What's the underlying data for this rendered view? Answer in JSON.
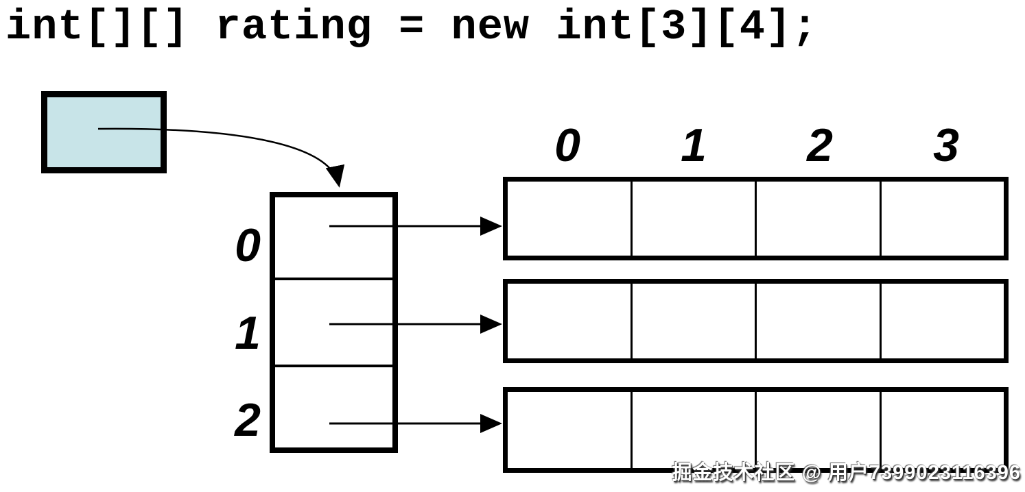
{
  "title": {
    "code": "int[][] rating = new int[3][4];"
  },
  "outer_array": {
    "description": "array of 3 row references",
    "row_labels": [
      "0",
      "1",
      "2"
    ]
  },
  "row_arrays": {
    "description": "three int rows of 4 empty cells each",
    "column_labels": [
      "0",
      "1",
      "2",
      "3"
    ],
    "row_count": 3,
    "cells_per_row": 4
  },
  "watermark": {
    "text": "掘金技术社区 @ 用户7399023116396"
  },
  "colors": {
    "reference_fill": "#c8e4e8",
    "stroke": "#000000",
    "background": "#ffffff"
  }
}
